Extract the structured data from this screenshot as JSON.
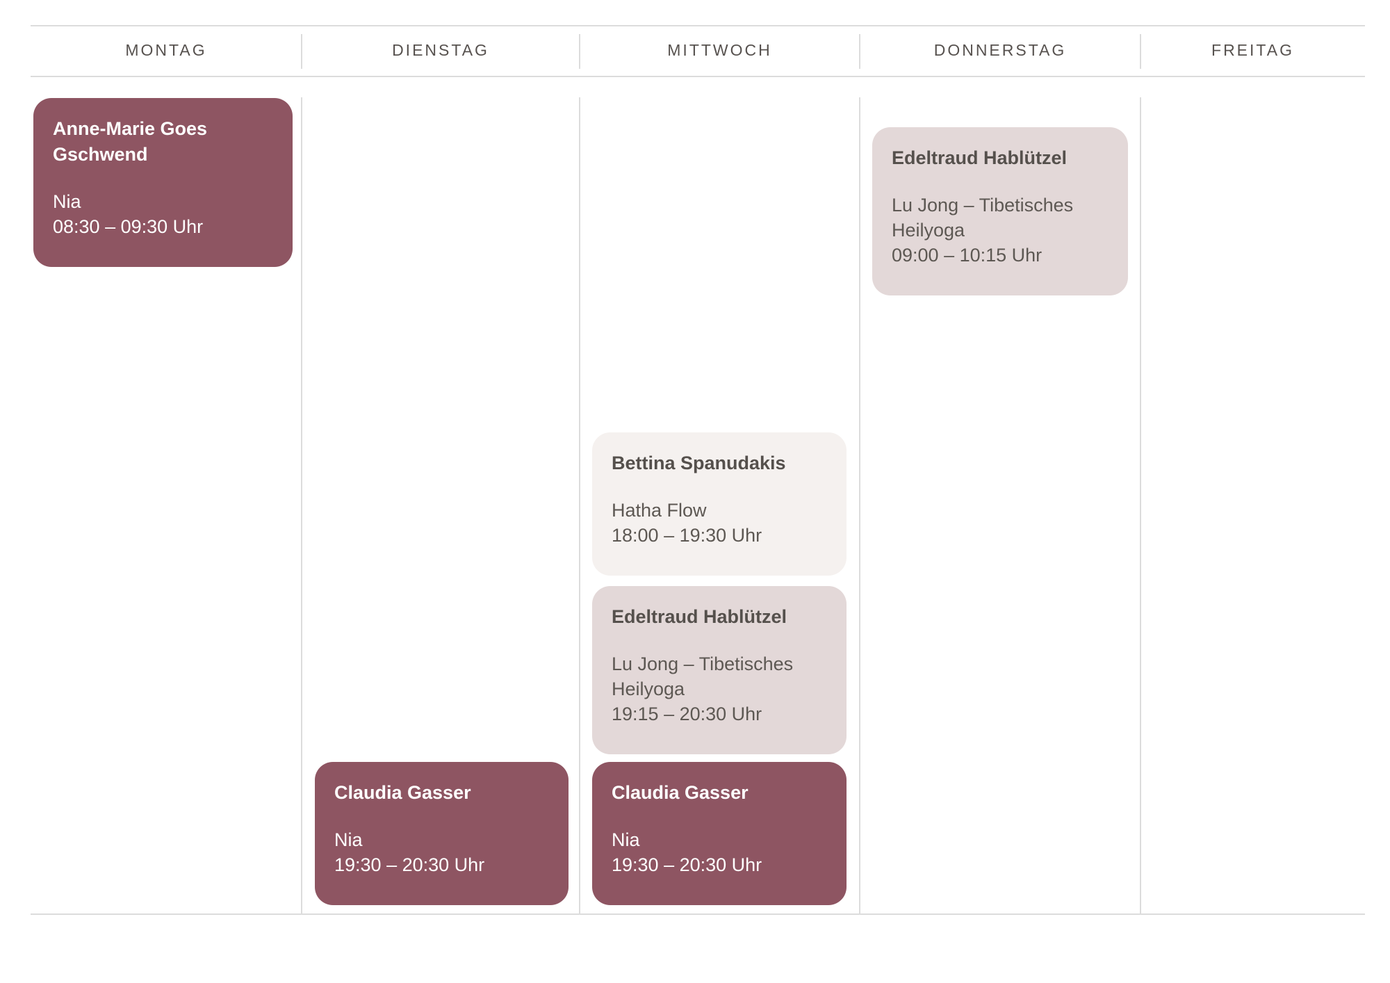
{
  "header": {
    "days": [
      {
        "label": "MONTAG"
      },
      {
        "label": "DIENSTAG"
      },
      {
        "label": "MITTWOCH"
      },
      {
        "label": "DONNERSTAG"
      },
      {
        "label": "FREITAG"
      }
    ]
  },
  "events": [
    {
      "day": "MONTAG",
      "title": "Anne-Marie Goes Gschwend",
      "activity": "Nia",
      "time": "08:30 – 09:30 Uhr",
      "variant": "dark"
    },
    {
      "day": "DIENSTAG",
      "title": "Claudia Gasser",
      "activity": "Nia",
      "time": "19:30 – 20:30 Uhr",
      "variant": "dark"
    },
    {
      "day": "MITTWOCH",
      "title": "Bettina Spanudakis",
      "activity": "Hatha Flow",
      "time": "18:00 – 19:30 Uhr",
      "variant": "lightest"
    },
    {
      "day": "MITTWOCH",
      "title": "Edeltraud Hablützel",
      "activity": "Lu Jong – Tibetisches Heilyoga",
      "time": "19:15 – 20:30 Uhr",
      "variant": "light"
    },
    {
      "day": "MITTWOCH",
      "title": "Claudia Gasser",
      "activity": "Nia",
      "time": "19:30 – 20:30 Uhr",
      "variant": "dark"
    },
    {
      "day": "DONNERSTAG",
      "title": "Edeltraud Hablützel",
      "activity": "Lu Jong – Tibetisches Heilyoga",
      "time": "09:00 – 10:15 Uhr",
      "variant": "light"
    }
  ],
  "colors": {
    "event-dark": "#8e5562",
    "event-light": "#e3d8d8",
    "event-lightest": "#f5f1ef",
    "text-on-dark": "#ffffff",
    "text-title": "#55504c",
    "text-body": "#5d5853",
    "header-text": "#57524f",
    "grid-line": "#dcdcdc"
  }
}
